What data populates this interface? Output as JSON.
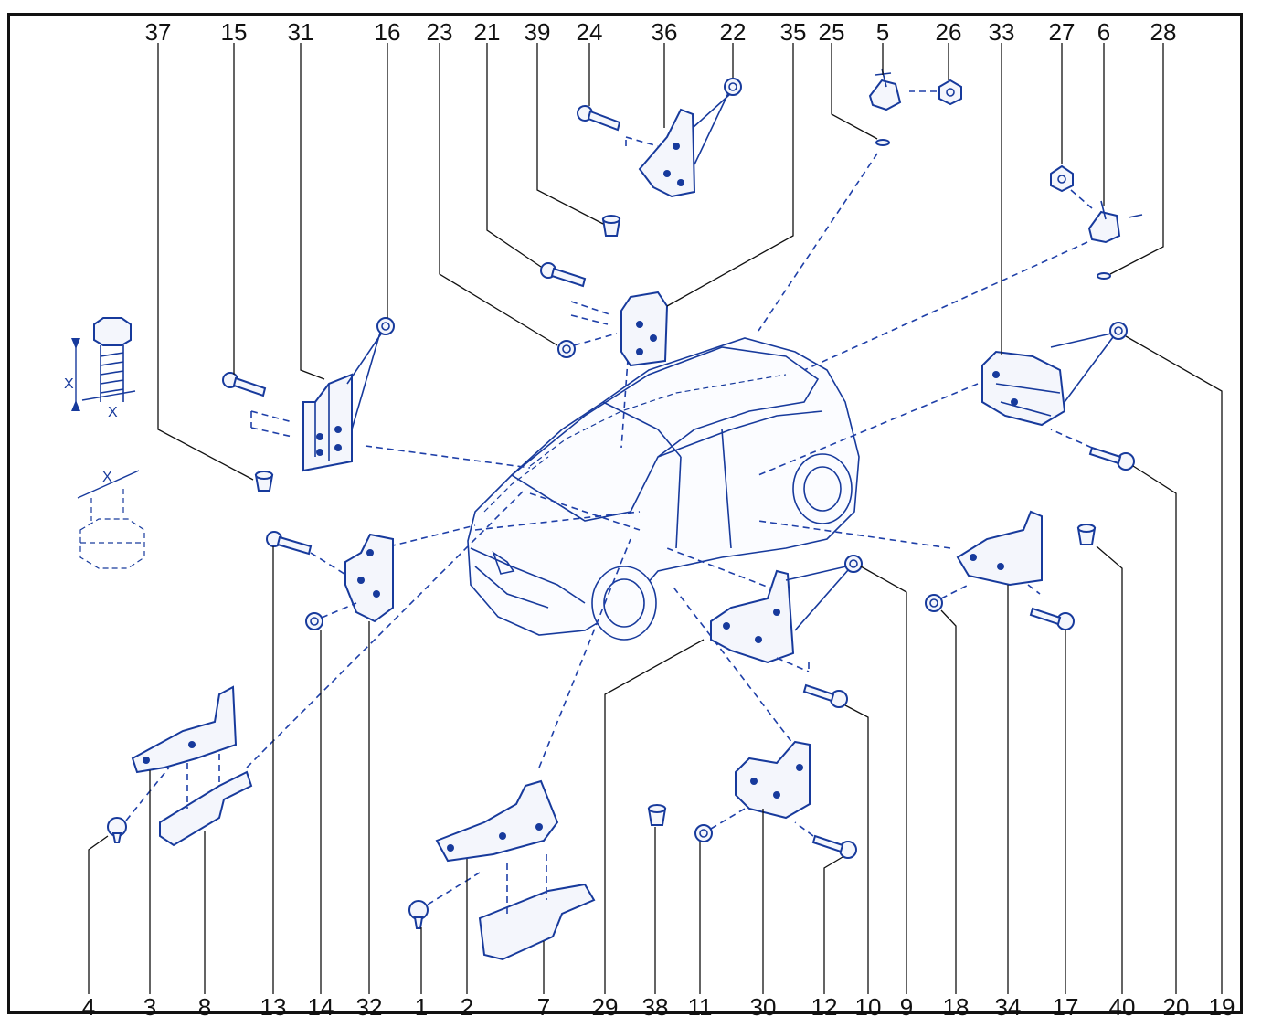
{
  "diagram": {
    "top_callouts": [
      "37",
      "15",
      "31",
      "16",
      "23",
      "21",
      "39",
      "24",
      "36",
      "22",
      "35",
      "25",
      "5",
      "26",
      "33",
      "27",
      "6",
      "28"
    ],
    "bottom_callouts": [
      "4",
      "3",
      "8",
      "13",
      "14",
      "32",
      "1",
      "2",
      "7",
      "29",
      "38",
      "11",
      "30",
      "12",
      "10",
      "9",
      "18",
      "34",
      "17",
      "40",
      "20",
      "19"
    ],
    "dimension_label": "X",
    "colors": {
      "line_art": "#173a9c",
      "text": "#111111",
      "frame": "#111111"
    }
  }
}
